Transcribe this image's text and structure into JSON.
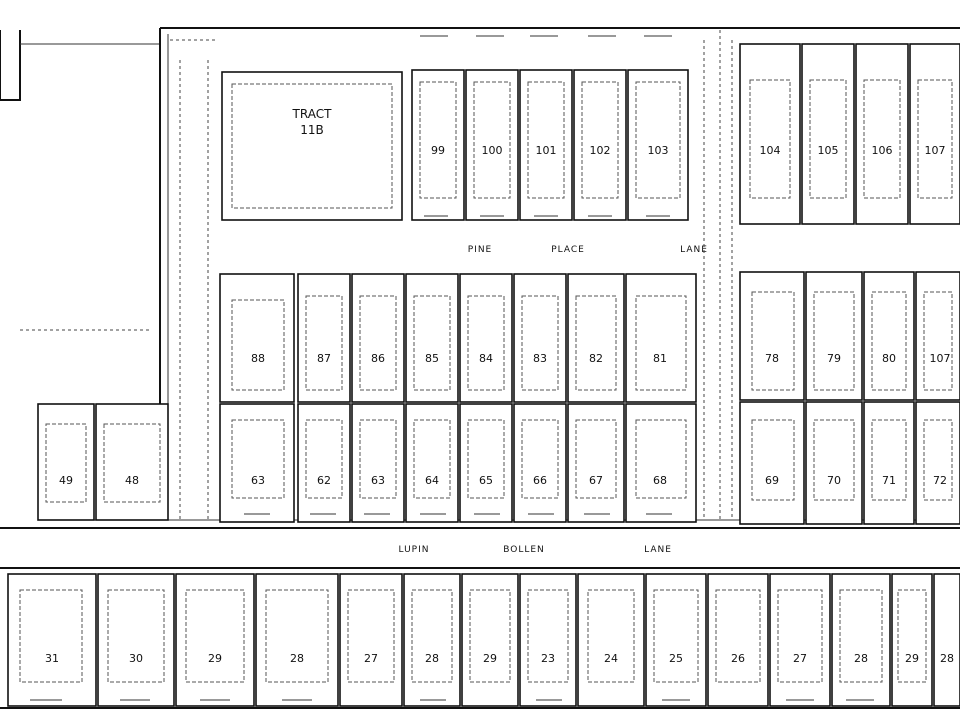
{
  "streets": {
    "main_left": "LUPIN",
    "main_center": "BOLLEN",
    "main_right": "LANE",
    "mid_left": "PINE",
    "mid_center": "PLACE",
    "mid_right": "LANE"
  },
  "tract": {
    "label": "TRACT",
    "id": "11B"
  },
  "lot_numbers": {
    "top_a": [
      "99",
      "100",
      "101",
      "102",
      "103"
    ],
    "top_b": [
      "104",
      "105",
      "106",
      "107"
    ],
    "mid_a": [
      "88",
      "87",
      "86",
      "85",
      "84",
      "83",
      "82",
      "81"
    ],
    "mid_b": [
      "78",
      "79",
      "80",
      "107"
    ],
    "low_a": [
      "63",
      "62",
      "63",
      "64",
      "65",
      "66",
      "67",
      "68"
    ],
    "low_b": [
      "69",
      "70",
      "71",
      "72"
    ],
    "left_small": [
      "49",
      "48"
    ],
    "bottom": [
      "31",
      "30",
      "29",
      "28",
      "27",
      "28",
      "29",
      "23",
      "24",
      "25",
      "26",
      "27",
      "28",
      "29",
      "28"
    ]
  }
}
